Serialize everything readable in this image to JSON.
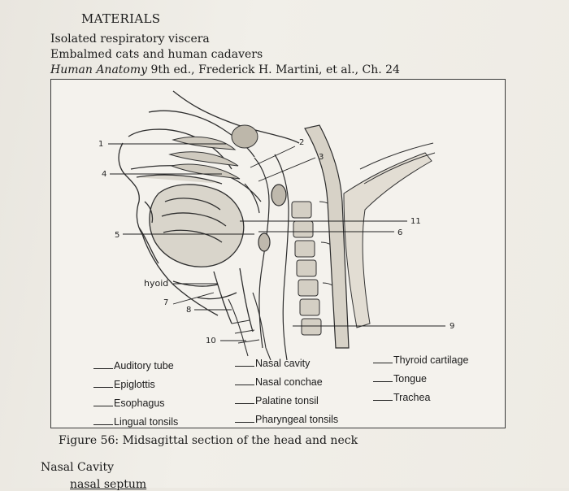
{
  "heading": "MATERIALS",
  "materials": {
    "line1": "Isolated respiratory viscera",
    "line2": "Embalmed cats and human cadavers",
    "book_title": "Human Anatomy",
    "book_rest": " 9th ed., Frederick H. Martini, et al., Ch. 24"
  },
  "figure": {
    "labels": {
      "n1": "1",
      "n2": "2",
      "n3": "3",
      "n4": "4",
      "n5": "5",
      "n6": "6",
      "n7": "7",
      "n8": "8",
      "n9": "9",
      "n10": "10",
      "n11": "11",
      "hyoid": "hyoid"
    },
    "terms": {
      "col1": [
        "Auditory tube",
        "Epiglottis",
        "Esophagus",
        "Lingual tonsils"
      ],
      "col2": [
        "Nasal cavity",
        "Nasal conchae",
        "Palatine tonsil",
        "Pharyngeal tonsils"
      ],
      "col3": [
        "Thyroid cartilage",
        "Tongue",
        "Trachea"
      ]
    }
  },
  "caption": "Figure 56: Midsagittal section of the head and neck",
  "subheading": "Nasal Cavity",
  "cutoff_text": "nasal septum"
}
